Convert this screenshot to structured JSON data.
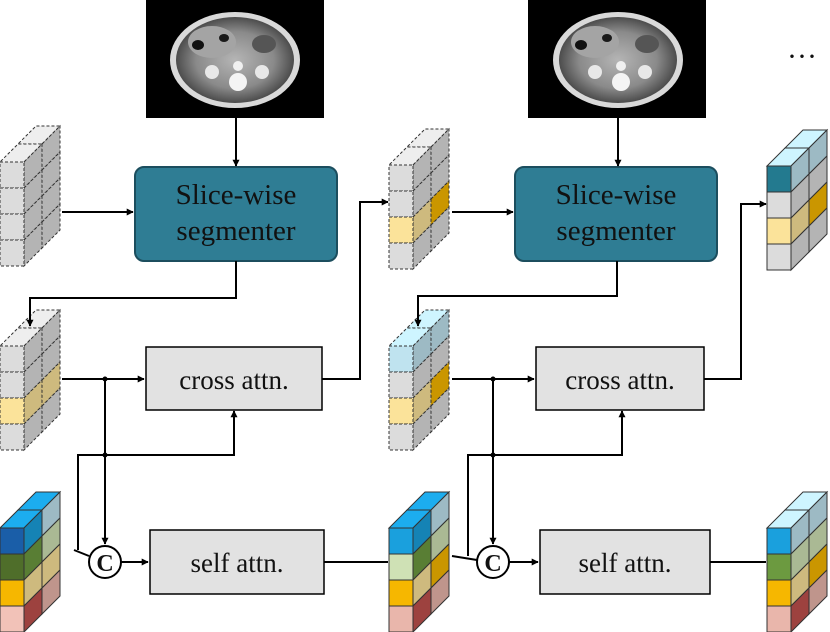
{
  "colors": {
    "segmenter_fill": "#2f7d94",
    "segmenter_stroke": "#1c4e5e",
    "attn_fill": "#e2e2e2",
    "grey_cell": "#dcdcdc",
    "yellow_cell": "#fbe39a",
    "light_blue_cell": "#bfe3ef",
    "teal_cell": "#237a8f",
    "blue_cell": "#1aa0dd",
    "green_cell": "#6c9a40",
    "light_green_cell": "#cfe1b5",
    "orange_cell": "#f6b700",
    "pink_cell": "#e9b6ab"
  },
  "stages": [
    {
      "segmenter_label_line1": "Slice-wise",
      "segmenter_label_line2": "segmenter",
      "cross_attn_label": "cross attn.",
      "self_attn_label": "self attn.",
      "concat_symbol": "C"
    },
    {
      "segmenter_label_line1": "Slice-wise",
      "segmenter_label_line2": "segmenter",
      "cross_attn_label": "cross attn.",
      "self_attn_label": "self attn.",
      "concat_symbol": "C"
    }
  ],
  "continuation": "···"
}
